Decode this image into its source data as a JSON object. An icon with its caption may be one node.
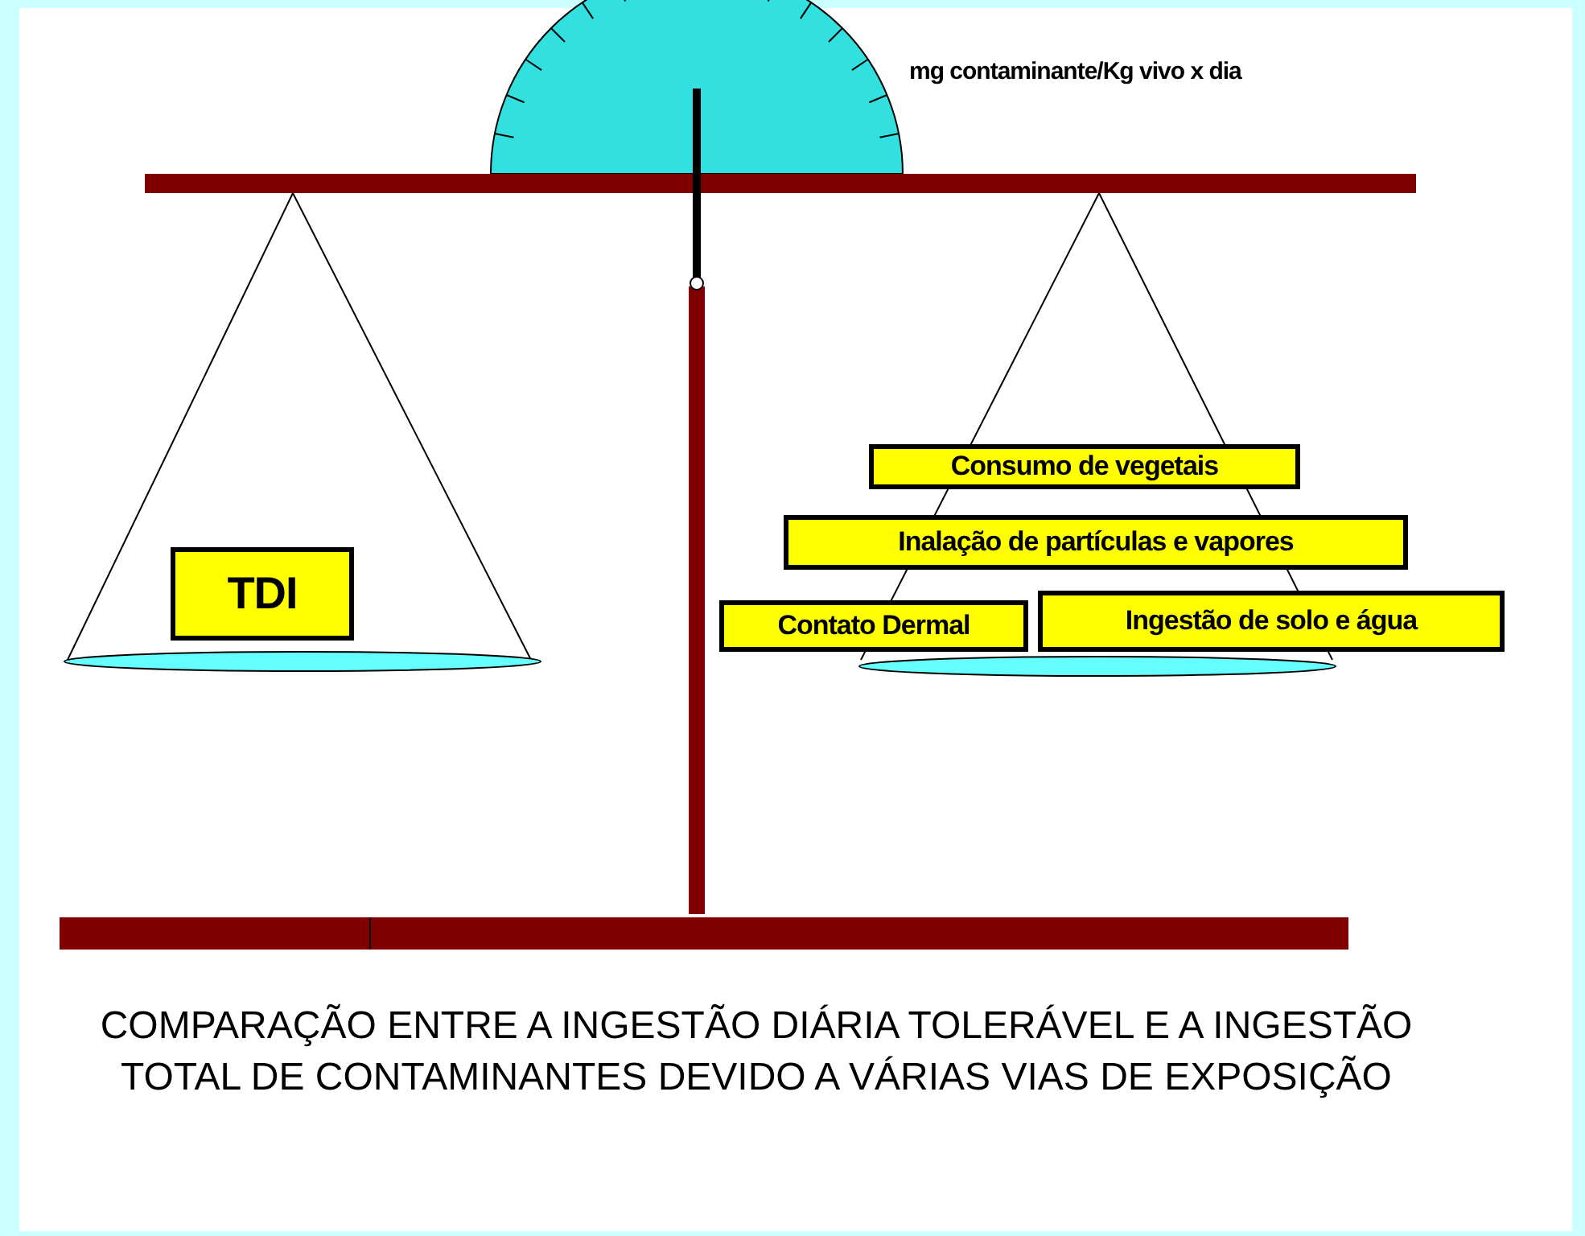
{
  "diagram": {
    "caption": "COMPARAÇÃO ENTRE A INGESTÃO DIÁRIA TOLERÁVEL E A INGESTÃO TOTAL DE CONTAMINANTES DEVIDO A VÁRIAS VIAS DE EXPOSIÇÃO",
    "nodes": [
      {
        "text": [
          "TDI"
        ]
      },
      {
        "text": [
          "Consumo de vegetais"
        ]
      },
      {
        "text": [
          "Inalação de partículas e vapores"
        ]
      },
      {
        "text": [
          "Contato Dermal"
        ]
      },
      {
        "text": [
          "Ingestão de solo e água"
        ]
      }
    ],
    "labels": [
      "mg contaminante/Kg vivo x dia"
    ]
  }
}
